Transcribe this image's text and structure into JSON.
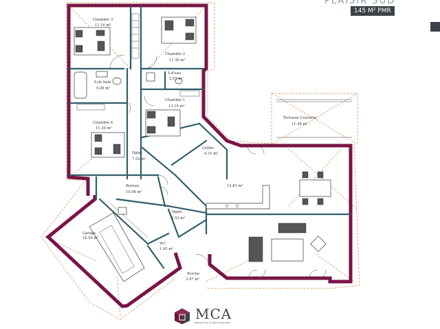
{
  "header": {
    "title": "PLAISIR SUD",
    "badge": "145 M² PMR"
  },
  "rooms": {
    "chambre3": {
      "name": "Chambre 3",
      "area": "11.16 m²"
    },
    "chambre2": {
      "name": "Chambre 2",
      "area": "11.36 m²"
    },
    "sdeau": {
      "name": "S.d'eau",
      "area": "2.97 m²"
    },
    "sdebain": {
      "name": "S.de bain",
      "area": "5.06 m²"
    },
    "chambre1": {
      "name": "Chambre 1",
      "area": "13.19 m²"
    },
    "chambre4": {
      "name": "Chambre 4",
      "area": "11.30 m²"
    },
    "terrasse": {
      "name": "Terrasse Couverte",
      "area": "11.38 m²"
    },
    "cellier": {
      "name": "Cellier",
      "area": "4.31 m²"
    },
    "dgt1": {
      "name": "Dgmt",
      "area": "7.52 m²"
    },
    "bureau": {
      "name": "Bureau",
      "area": "10.98 m²"
    },
    "sejour": {
      "name": "",
      "area": "12.83 m²"
    },
    "dgt2": {
      "name": "Dgmt",
      "area": "6.53 m²"
    },
    "garage": {
      "name": "Garage",
      "area": "16.59 m²"
    },
    "wc": {
      "name": "WC",
      "area": "1.95 m²"
    },
    "porche": {
      "name": "Porche",
      "area": "3.47 m²"
    }
  },
  "logo": {
    "text": "MCA",
    "subtitle": "Maisons de la Côte Atlantique"
  },
  "colors": {
    "exterior_wall": "#7a1446",
    "interior_wall": "#2f5d6b",
    "dashed_overhang": "#d08a4a",
    "badge_bg": "#3c4248"
  }
}
